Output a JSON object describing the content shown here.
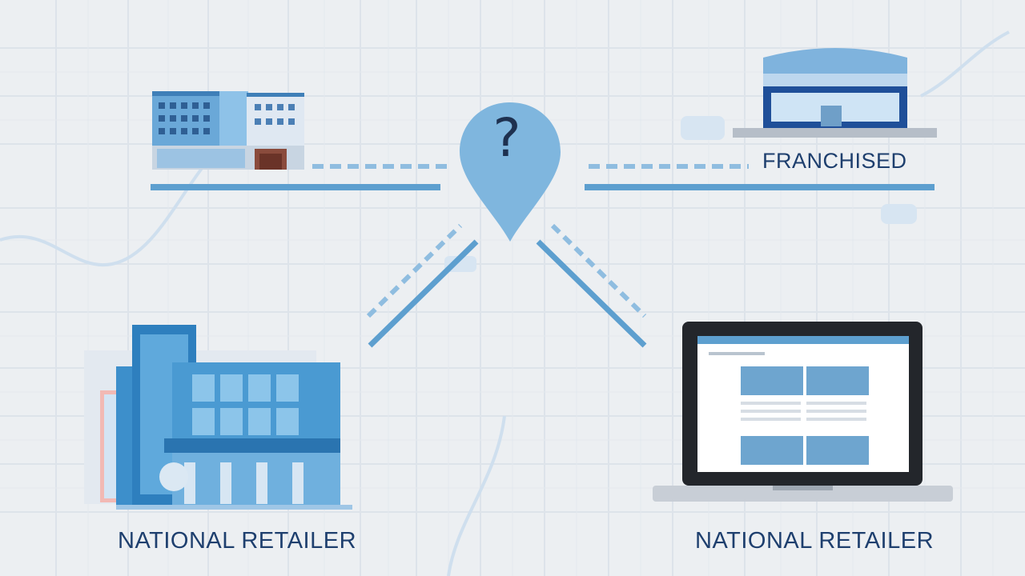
{
  "diagram": {
    "center_pin": {
      "icon": "question-map-pin-icon",
      "symbol": "?"
    },
    "labels": {
      "franchised": "FRANCHISED",
      "national_retailer_left": "NATIONAL RETAILER",
      "national_retailer_right": "NATIONAL RETAILER"
    },
    "icons": {
      "top_left": "office-building-icon",
      "top_right": "storefront-icon",
      "bottom_left": "modern-retail-building-icon",
      "bottom_right": "laptop-ecommerce-icon"
    },
    "colors": {
      "background": "#eceff2",
      "map_lines": "#dde3ea",
      "accent_blue": "#5d9fcf",
      "pin_blue": "#7fb6de",
      "label_navy": "#1e3f6e"
    }
  }
}
